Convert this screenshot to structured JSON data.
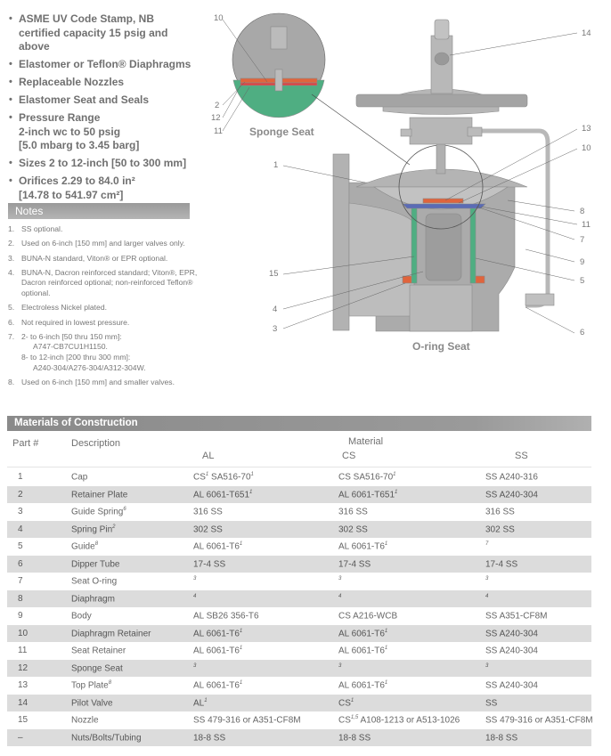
{
  "features": [
    "ASME UV Code Stamp, NB certified capacity 15 psig and above",
    "Elastomer or Teflon® Diaphragms",
    "Replaceable Nozzles",
    "Elastomer Seat and Seals",
    "Pressure Range",
    "2-inch wc to 50 psig",
    "[5.0 mbarg to 3.45 barg]",
    "Sizes 2 to 12-inch [50 to 300 mm]",
    "Orifices 2.29 to 84.0 in²",
    "[14.78 to 541.97 cm²]"
  ],
  "notes": {
    "title": "Notes",
    "items": [
      {
        "n": "1.",
        "text": "SS optional."
      },
      {
        "n": "2.",
        "text": "Used on 6-inch [150 mm] and larger valves only."
      },
      {
        "n": "3.",
        "text": "BUNA-N standard, Viton® or EPR optional."
      },
      {
        "n": "4.",
        "text": "BUNA-N, Dacron reinforced standard; Viton®, EPR, Dacron reinforced optional; non-reinforced Teflon® optional."
      },
      {
        "n": "5.",
        "text": "Electroless Nickel plated."
      },
      {
        "n": "6.",
        "text": "Not required in lowest pressure."
      },
      {
        "n": "7.",
        "text": "2- to 6-inch [50 thru 150 mm]:",
        "sub1": "A747-CB7CU1H1150.",
        "text2": "8- to 12-inch [200 thru 300 mm]:",
        "sub2": "A240-304/A276-304/A312-304W."
      },
      {
        "n": "8.",
        "text": "Used on 6-inch [150 mm] and smaller valves."
      }
    ]
  },
  "diagram": {
    "inset_caption": "Sponge Seat",
    "main_caption": "O-ring Seat",
    "callouts": [
      "10",
      "14",
      "2",
      "12",
      "11",
      "13",
      "10",
      "1",
      "8",
      "11",
      "7",
      "9",
      "5",
      "15",
      "4",
      "3",
      "6"
    ],
    "colors": {
      "body": "#a9a9a9",
      "guide": "#3fa77a",
      "seat": "#e0643c",
      "diaphragm": "#5b6bb5"
    }
  },
  "materials": {
    "title": "Materials of Construction",
    "headers": {
      "part": "Part #",
      "description": "Description",
      "material": "Material",
      "al": "AL",
      "cs": "CS",
      "ss": "SS"
    },
    "rows": [
      {
        "part": "1",
        "desc": "Cap",
        "desc_sup": "",
        "al": "CS",
        "al_sup": "1",
        "al2": " SA516-70",
        "al2_sup": "1",
        "cs": "CS SA516-70",
        "cs_sup": "1",
        "ss": "SS A240-316",
        "ss_sup": ""
      },
      {
        "part": "2",
        "desc": "Retainer Plate",
        "desc_sup": "",
        "al": "AL 6061-T651",
        "al_sup": "1",
        "cs": "AL 6061-T651",
        "cs_sup": "1",
        "ss": "SS A240-304",
        "ss_sup": ""
      },
      {
        "part": "3",
        "desc": "Guide Spring",
        "desc_sup": "6",
        "al": "316 SS",
        "al_sup": "",
        "cs": "316 SS",
        "cs_sup": "",
        "ss": "316 SS",
        "ss_sup": ""
      },
      {
        "part": "4",
        "desc": "Spring Pin",
        "desc_sup": "2",
        "al": "302 SS",
        "al_sup": "",
        "cs": "302 SS",
        "cs_sup": "",
        "ss": "302 SS",
        "ss_sup": ""
      },
      {
        "part": "5",
        "desc": "Guide",
        "desc_sup": "8",
        "al": "AL 6061-T6",
        "al_sup": "1",
        "cs": "AL 6061-T6",
        "cs_sup": "1",
        "ss": "",
        "ss_sup": "7"
      },
      {
        "part": "6",
        "desc": "Dipper Tube",
        "desc_sup": "",
        "al": "17-4 SS",
        "al_sup": "",
        "cs": "17-4 SS",
        "cs_sup": "",
        "ss": "17-4 SS",
        "ss_sup": ""
      },
      {
        "part": "7",
        "desc": "Seat O-ring",
        "desc_sup": "",
        "al": "",
        "al_sup": "3",
        "cs": "",
        "cs_sup": "3",
        "ss": "",
        "ss_sup": "3"
      },
      {
        "part": "8",
        "desc": "Diaphragm",
        "desc_sup": "",
        "al": "",
        "al_sup": "4",
        "cs": "",
        "cs_sup": "4",
        "ss": "",
        "ss_sup": "4"
      },
      {
        "part": "9",
        "desc": "Body",
        "desc_sup": "",
        "al": "AL SB26 356-T6",
        "al_sup": "",
        "cs": "CS A216-WCB",
        "cs_sup": "",
        "ss": "SS A351-CF8M",
        "ss_sup": ""
      },
      {
        "part": "10",
        "desc": "Diaphragm Retainer",
        "desc_sup": "",
        "al": "AL 6061-T6",
        "al_sup": "1",
        "cs": "AL 6061-T6",
        "cs_sup": "1",
        "ss": "SS A240-304",
        "ss_sup": ""
      },
      {
        "part": "11",
        "desc": "Seat Retainer",
        "desc_sup": "",
        "al": "AL 6061-T6",
        "al_sup": "1",
        "cs": "AL 6061-T6",
        "cs_sup": "1",
        "ss": "SS A240-304",
        "ss_sup": ""
      },
      {
        "part": "12",
        "desc": "Sponge Seat",
        "desc_sup": "",
        "al": "",
        "al_sup": "3",
        "cs": "",
        "cs_sup": "3",
        "ss": "",
        "ss_sup": "3"
      },
      {
        "part": "13",
        "desc": "Top Plate",
        "desc_sup": "8",
        "al": "AL 6061-T6",
        "al_sup": "1",
        "cs": "AL 6061-T6",
        "cs_sup": "1",
        "ss": "SS A240-304",
        "ss_sup": ""
      },
      {
        "part": "14",
        "desc": "Pilot Valve",
        "desc_sup": "",
        "al": "AL",
        "al_sup": "1",
        "cs": "CS",
        "cs_sup": "1",
        "ss": "SS",
        "ss_sup": ""
      },
      {
        "part": "15",
        "desc": "Nozzle",
        "desc_sup": "",
        "al": "SS 479-316 or A351-CF8M",
        "al_sup": "",
        "cs": "CS",
        "cs_sup": "1,5",
        "cs2": " A108-1213 or A513-1026",
        "ss": "SS 479-316 or A351-CF8M",
        "ss_sup": ""
      },
      {
        "part": "–",
        "desc": "Nuts/Bolts/Tubing",
        "desc_sup": "",
        "al": "18-8 SS",
        "al_sup": "",
        "cs": "18-8 SS",
        "cs_sup": "",
        "ss": "18-8 SS",
        "ss_sup": ""
      }
    ]
  }
}
